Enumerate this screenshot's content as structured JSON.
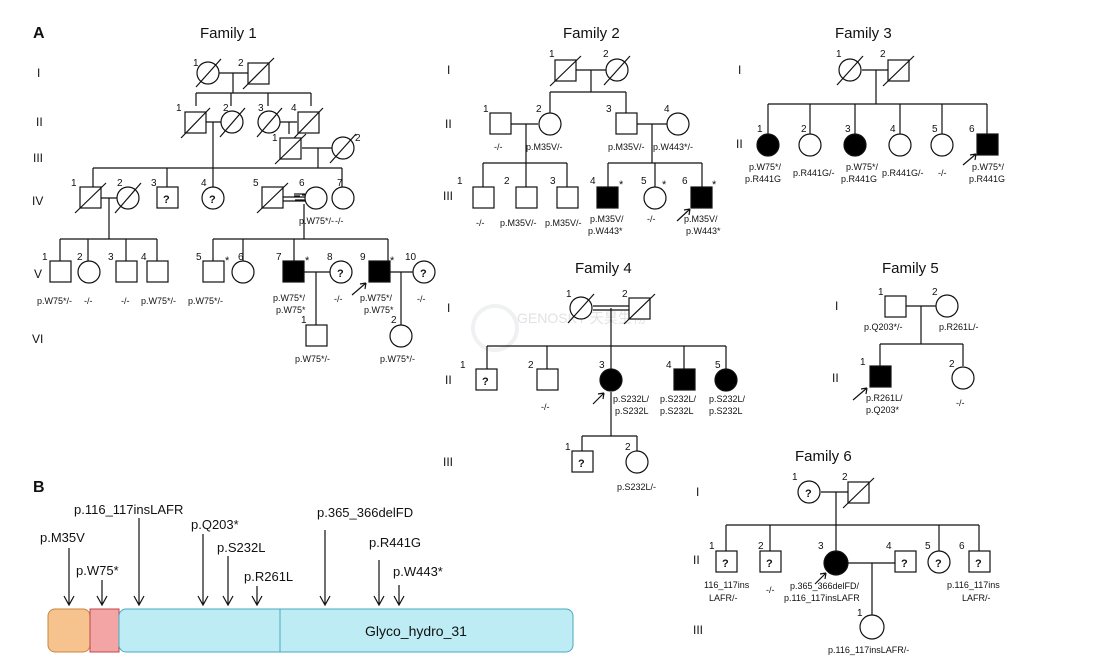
{
  "panels": {
    "a": "A",
    "b": "B"
  },
  "families": {
    "f1": {
      "title": "Family 1",
      "generations": [
        "I",
        "II",
        "III",
        "IV",
        "V",
        "VI"
      ],
      "numbers": [
        "1",
        "2",
        "1",
        "2",
        "3",
        "4",
        "1",
        "2",
        "1",
        "2",
        "3",
        "4",
        "5",
        "6",
        "7",
        "1",
        "2",
        "3",
        "4",
        "5",
        "6",
        "7",
        "8",
        "9",
        "10",
        "1",
        "2"
      ],
      "genotypes": [
        "p.W75*/-",
        "p.W75*/-",
        "-/-",
        "-/-",
        "p.W75*/-",
        "p.W75*/-",
        "p.W75*/",
        "p.W75*",
        "-/-",
        "p.W75*/",
        "p.W75*",
        "-/-",
        "p.W75*/-",
        "p.W75*/-"
      ],
      "unknown": "?",
      "star": "*"
    },
    "f2": {
      "title": "Family 2",
      "generations": [
        "I",
        "II",
        "III"
      ],
      "numbers": [
        "1",
        "2",
        "1",
        "2",
        "3",
        "4",
        "1",
        "2",
        "3",
        "4",
        "5",
        "6"
      ],
      "genotypes": [
        "-/-",
        "p.M35V/-",
        "p.M35V/-",
        "p.W443*/-",
        "-/-",
        "p.M35V/-",
        "p.M35V/-",
        "p.M35V/",
        "p.W443*",
        "-/-",
        "p.M35V/",
        "p.W443*"
      ],
      "star": "*"
    },
    "f3": {
      "title": "Family 3",
      "generations": [
        "I",
        "II"
      ],
      "numbers": [
        "1",
        "2",
        "1",
        "2",
        "3",
        "4",
        "5",
        "6"
      ],
      "genotypes": [
        "p.W75*/",
        "p.R441G",
        "p.R441G/-",
        "p.W75*/",
        "p.R441G",
        "p.R441G/-",
        "-/-",
        "p.W75*/",
        "p.R441G"
      ]
    },
    "f4": {
      "title": "Family 4",
      "generations": [
        "I",
        "II",
        "III"
      ],
      "numbers": [
        "1",
        "2",
        "1",
        "2",
        "3",
        "4",
        "5",
        "1",
        "2"
      ],
      "genotypes": [
        "-/-",
        "p.S232L/",
        "p.S232L",
        "p.S232L/",
        "p.S232L",
        "p.S232L/",
        "p.S232L",
        "p.S232L/-"
      ],
      "unknown": "?"
    },
    "f5": {
      "title": "Family 5",
      "generations": [
        "I",
        "II"
      ],
      "numbers": [
        "1",
        "2",
        "1",
        "2"
      ],
      "genotypes": [
        "p.Q203*/-",
        "p.R261L/-",
        "p.R261L/",
        "p.Q203*",
        "-/-"
      ]
    },
    "f6": {
      "title": "Family 6",
      "generations": [
        "I",
        "II",
        "III"
      ],
      "numbers": [
        "1",
        "2",
        "1",
        "2",
        "3",
        "4",
        "5",
        "6",
        "1"
      ],
      "genotypes": [
        "116_117ins",
        "LAFR/-",
        "-/-",
        "p.365_366delFD/",
        "p.116_117insLAFR",
        "p.116_117ins",
        "LAFR/-",
        "p.116_117insLAFR/-"
      ],
      "unknown": "?"
    }
  },
  "protein": {
    "domain_label": "Glyco_hydro_31",
    "mutations": [
      "p.M35V",
      "p.W75*",
      "p.116_117insLAFR",
      "p.Q203*",
      "p.S232L",
      "p.R261L",
      "p.365_366delFD",
      "p.R441G",
      "p.W443*"
    ],
    "colors": {
      "signal": "#f6c38f",
      "tm": "#f3a4a4",
      "domain": "#bdecf4",
      "domain_stroke": "#4aaabf"
    }
  },
  "watermark": "GENOSKY 天昊生物"
}
